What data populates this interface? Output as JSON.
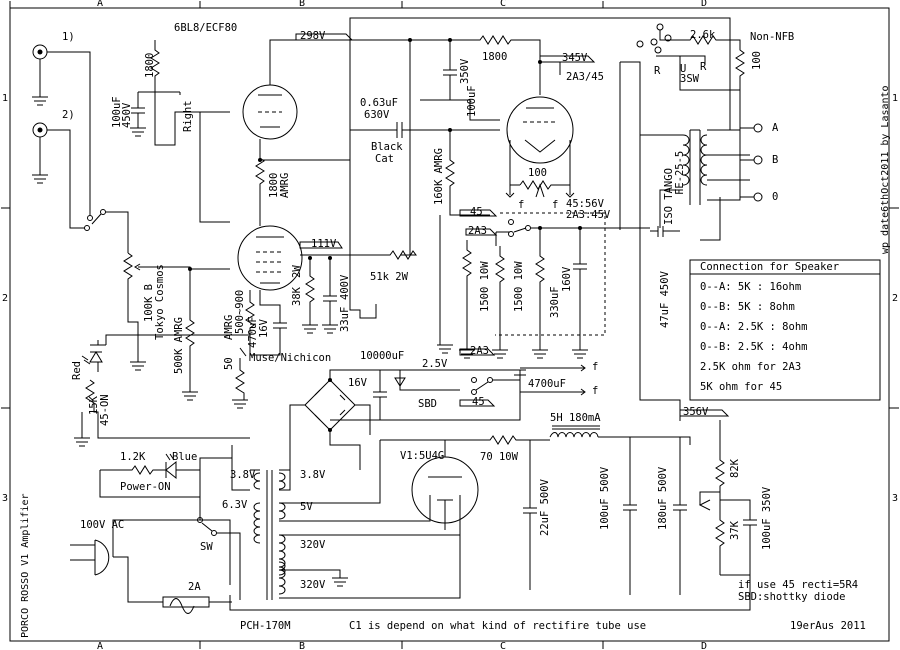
{
  "frame": {
    "cols": [
      "A",
      "B",
      "C",
      "D"
    ],
    "rows": [
      "1",
      "2",
      "3"
    ],
    "side_title": "PORCO ROSSO V1 Amplifier",
    "side_credit": "wp date6thOct2011 by Lasanto",
    "bottom_left": "PCH-170M",
    "bottom_center": "C1 is depend on what kind of rectifire tube use",
    "bottom_right": "19erAus 2011"
  },
  "inputs": {
    "in1": "1)",
    "in2": "2)"
  },
  "left": {
    "r1800": "1800",
    "c100u": "100uF",
    "c100u_v": "450V",
    "right": "Right",
    "tube1": "6BL8/ECF80",
    "r1800amrg": "1800",
    "amrg1": "AMRG",
    "pot": "100K B",
    "pot_name": "Tokyo Cosmos",
    "r500k": "500K AMRG",
    "amrg2": "AMRG",
    "r50": "50",
    "r500900": "500~900",
    "c470": "470uF",
    "c470v": "16V",
    "muse": "Muse/Nichicon",
    "red": "Red",
    "r15k": "15K",
    "on45": "45-ON"
  },
  "stage2": {
    "v298": "298V",
    "r1800b": "1800",
    "c350": "350V",
    "c100ub": "100uF",
    "c063": "0.63uF",
    "c630": "630V",
    "black": "Black",
    "cat": "Cat",
    "r160k": "160K AMRG",
    "v111": "111V",
    "r51k": "51k 2W",
    "r38k": "38K",
    "w2": "2W",
    "c33": "33uF",
    "c400": "400V"
  },
  "output": {
    "v345": "345V",
    "tube2": "2A3/45",
    "r100": "100",
    "f": "f",
    "sel45": "45",
    "sel2a3": "2A3",
    "v4556": "45:56V",
    "v2a3": "2A3:45V",
    "r1500a": "1500 10W",
    "r1500b": "1500 10W",
    "c330": "330uF",
    "c160": "160V",
    "c47": "47uF 450V",
    "transformer": "ISO TANGO",
    "tx_model": "FE-25-5",
    "nonnfb": "Non-NFB",
    "r26k": "2.6k",
    "r100b": "100",
    "sw3": "3SW",
    "R": "R",
    "U": "U",
    "A": "A",
    "B": "B",
    "zero": "0"
  },
  "connection": {
    "title": "Connection for Speaker",
    "rows": [
      "0--A: 5K : 16ohm",
      "0--B: 5K : 8ohm",
      "0--A: 2.5K : 8ohm",
      "0--B: 2.5K : 4ohm",
      "2.5K ohm for 2A3",
      "5K ohm for 45"
    ]
  },
  "power": {
    "c10000": "10000uF",
    "v16": "16V",
    "sbd": "SBD",
    "v25": "2.5V",
    "sel2a3b": "2A3",
    "sel45b": "45",
    "c4700": "4700uF",
    "choke": "5H 180mA",
    "v356": "356V",
    "r70": "70 10W",
    "rect": "V1:5U4G",
    "c22": "22uF 500V",
    "c100": "100uF 500V",
    "c180": "180uF 500V",
    "r82k": "82K",
    "r37k": "37K",
    "c100c": "100uF 350V",
    "r12k": "1.2K",
    "blue": "Blue",
    "pon": "Power-ON",
    "v38a": "3.8V",
    "v38b": "3.8V",
    "v63": "6.3V",
    "v5": "5V",
    "v320a": "320V",
    "v320b": "320V",
    "ac": "100V AC",
    "sw": "SW",
    "fuse": "2A",
    "note1": "if use 45 recti=5R4",
    "note2": "SBD:shottky diode"
  }
}
